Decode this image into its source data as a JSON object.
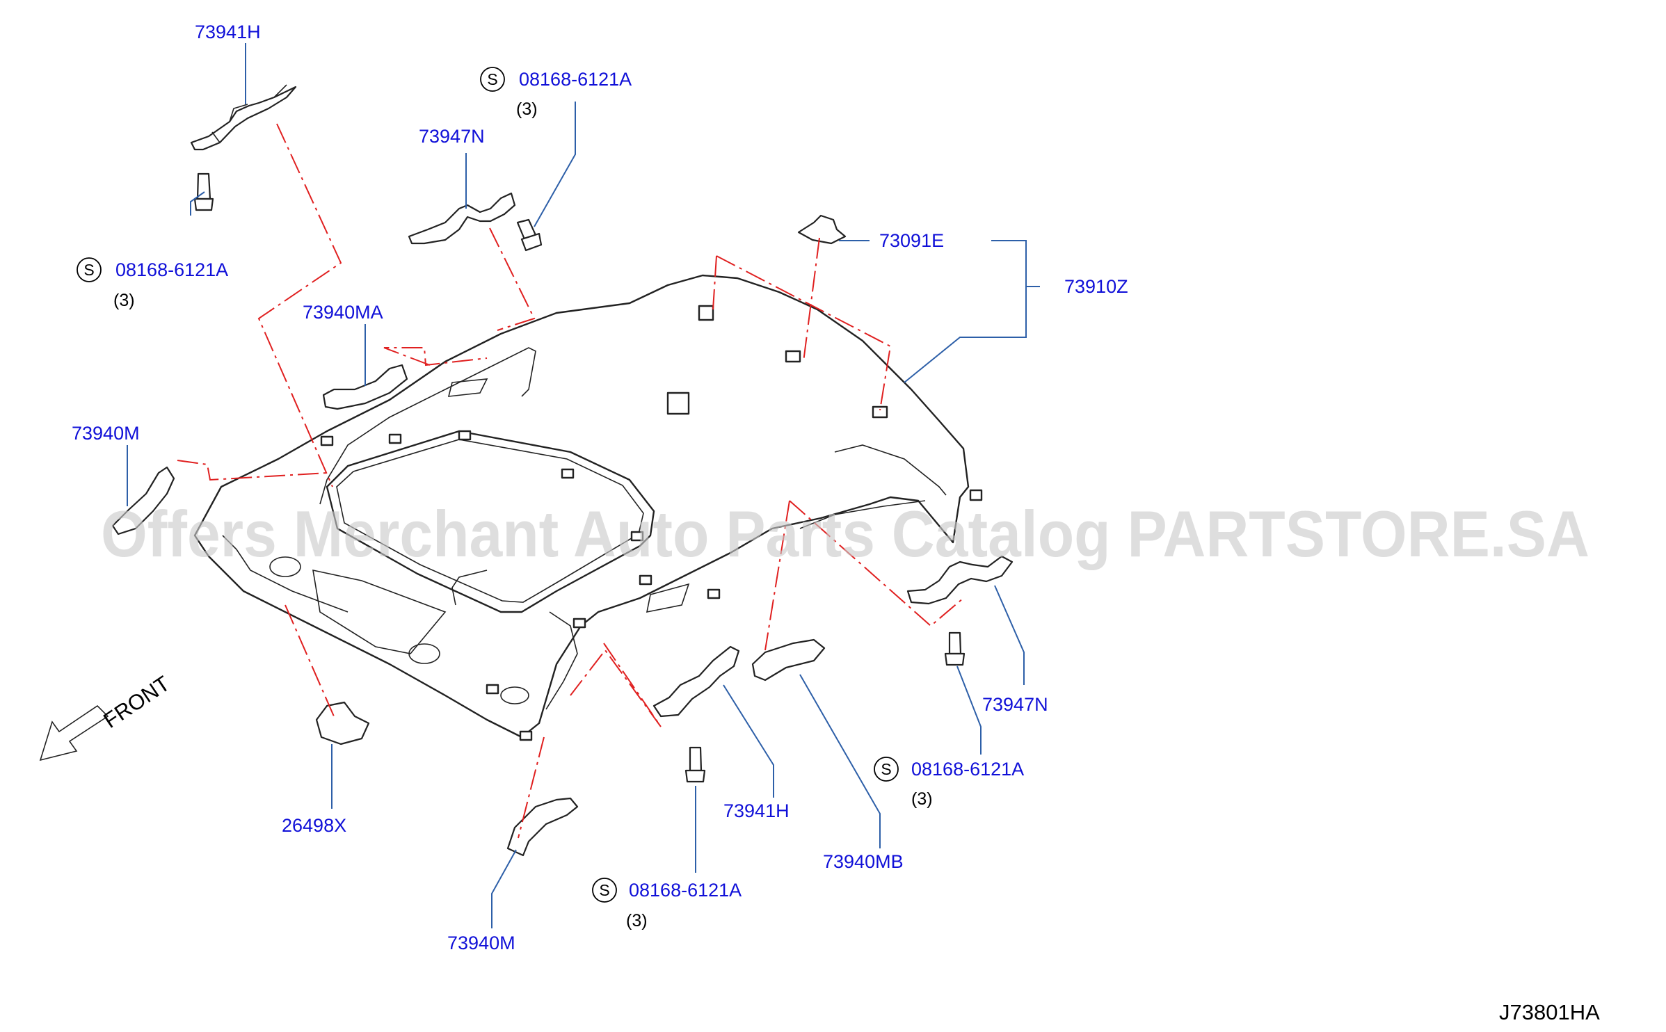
{
  "callouts": [
    {
      "code": "73941H"
    },
    {
      "code": "08168-6121A",
      "qty": "(3)"
    },
    {
      "code": "08168-6121A",
      "qty": "(3)"
    },
    {
      "code": "73947N"
    },
    {
      "code": "73091E"
    },
    {
      "code": "73910Z"
    },
    {
      "code": "73940MA"
    },
    {
      "code": "73940M"
    },
    {
      "code": "73947N"
    },
    {
      "code": "08168-6121A",
      "qty": "(3)"
    },
    {
      "code": "73941H"
    },
    {
      "code": "73940MB"
    },
    {
      "code": "26498X"
    },
    {
      "code": "08168-6121A",
      "qty": "(3)"
    },
    {
      "code": "73940M"
    }
  ],
  "standard_part_marker": "S",
  "direction_label": "FRONT",
  "watermark": "Offers Merchant Auto Parts Catalog PARTSTORE.SA",
  "diagram_code": "J73801HA",
  "colors": {
    "part_number": "#1010d8",
    "leader_line": "#2d5fa8",
    "chain_line": "#e02020",
    "drawing": "#222222"
  }
}
